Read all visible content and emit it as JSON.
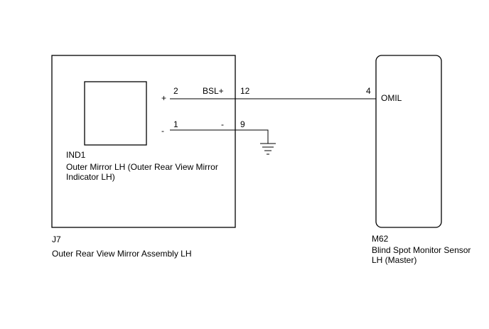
{
  "assembly": {
    "connector": "J7",
    "name": "Outer Rear View Mirror Assembly LH"
  },
  "indicator": {
    "code": "IND1",
    "name_line1": "Outer Mirror LH (Outer Rear View Mirror",
    "name_line2": "Indicator LH)",
    "terminal_plus_sign": "+",
    "terminal_minus_sign": "-",
    "terminal_plus_pin": "2",
    "terminal_minus_pin": "1"
  },
  "wires": {
    "signal_name": "BSL+",
    "signal_pin": "12",
    "ground_name": "-",
    "ground_pin": "9"
  },
  "sensor": {
    "connector": "M62",
    "name_line1": "Blind Spot Monitor Sensor",
    "name_line2": "LH (Master)",
    "terminal_pin": "4",
    "terminal_name": "OMIL"
  },
  "colors": {
    "line": "#000000",
    "background": "#ffffff"
  }
}
